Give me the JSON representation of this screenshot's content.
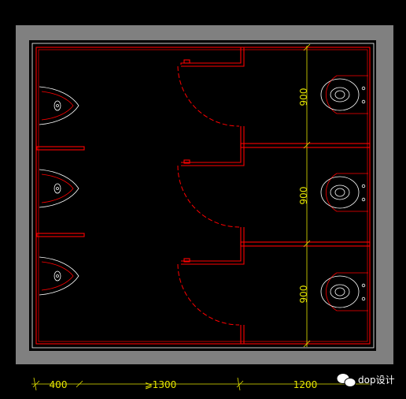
{
  "drawing": {
    "frame_color": "#808080",
    "wall_color": "#ff0000",
    "fixture_color": "#ffffff",
    "dimension_color": "#e6e600",
    "background_color": "#000000",
    "vertical_dims": [
      "900",
      "900",
      "900"
    ],
    "horizontal_dims": [
      "400",
      "⩾1300",
      "1200"
    ]
  },
  "watermark": {
    "icon": "wechat-icon",
    "text": "dop设计"
  }
}
